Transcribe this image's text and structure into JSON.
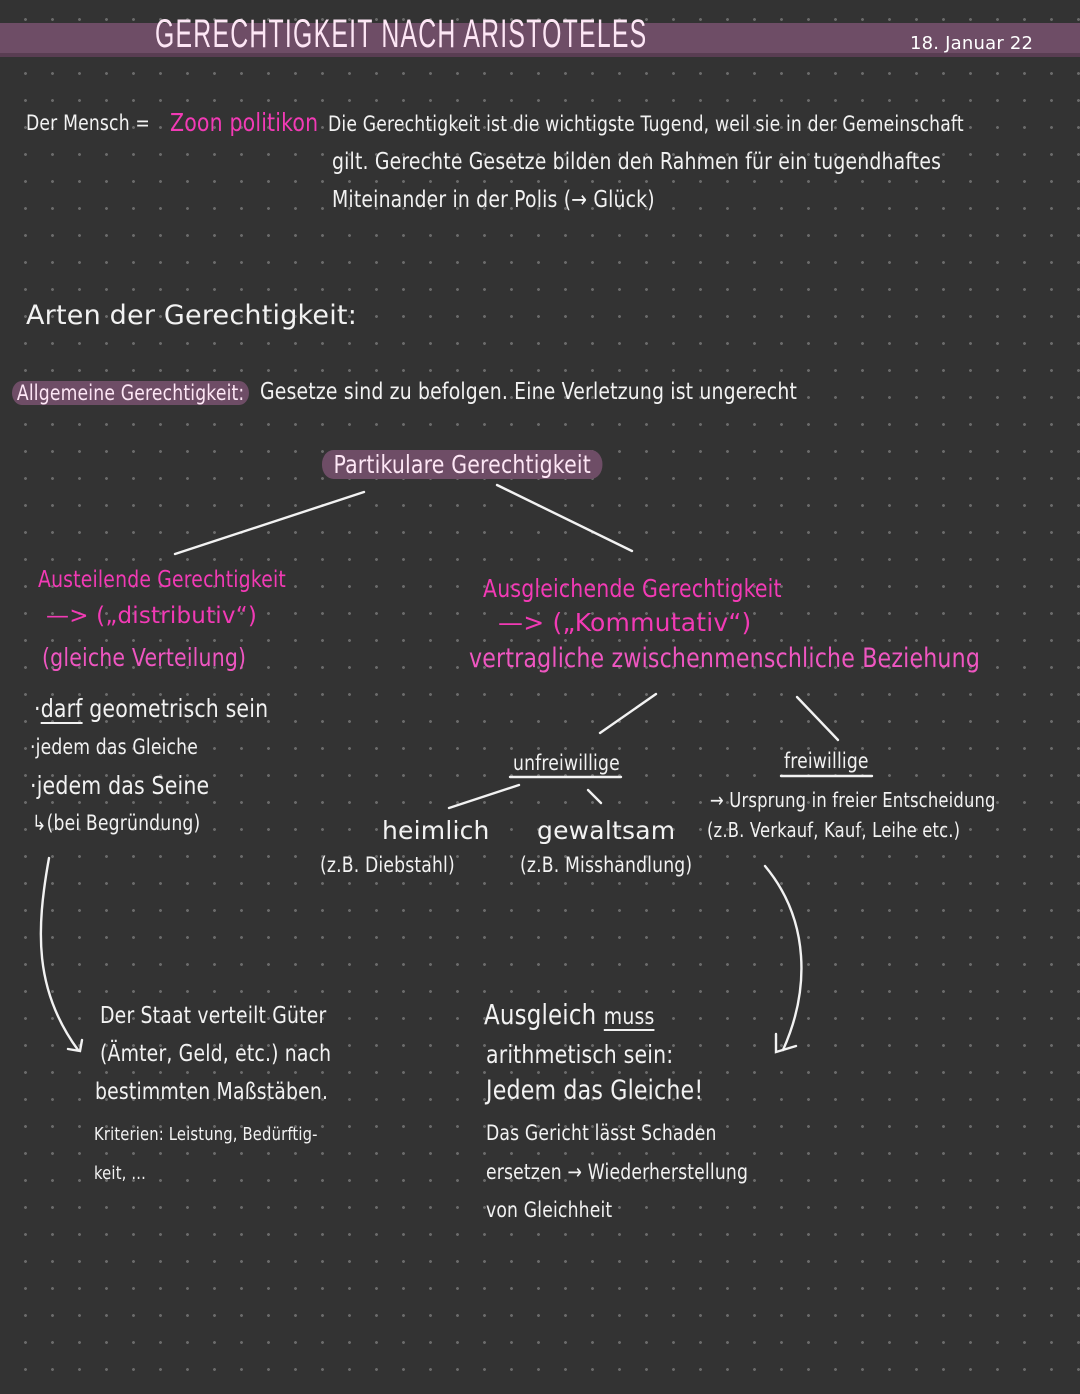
{
  "header": {
    "title": "GERECHTIGKEIT NACH ARISTOTELES",
    "date": "18. Januar 22",
    "band_color": "#6e4d66"
  },
  "intro": {
    "subject": "Der Mensch =",
    "term": "Zoon politikon",
    "line1": "Die Gerechtigkeit ist die wichtigste Tugend, weil sie in der Gemeinschaft",
    "line2": "gilt. Gerechte Gesetze bilden den Rahmen für ein tugendhaftes",
    "line3": "Miteinander in der Polis (→ Glück)"
  },
  "section": {
    "heading": "Arten der Gerechtigkeit:"
  },
  "allgemeine": {
    "label": "Allgemeine Gerechtigkeit:",
    "text": "Gesetze sind zu befolgen. Eine Verletzung ist ungerecht"
  },
  "partikulare": {
    "label": "Partikulare Gerechtigkeit"
  },
  "austeilende": {
    "title": "Austeilende Gerechtigkeit",
    "subtitle": "—> („distributiv“)",
    "meaning": "(gleiche Verteilung)",
    "bullets": [
      {
        "em": "darf",
        "rest": " geometrisch sein"
      },
      {
        "em": "",
        "rest": "jedem das Gleiche"
      },
      {
        "em": "",
        "rest": "jedem das Seine"
      }
    ],
    "note": "↳(bei Begründung)",
    "result": [
      "Der Staat verteilt Güter",
      "(Ämter, Geld, etc.) nach",
      "bestimmten Maßstäben.",
      "Kriterien: Leistung, Bedürftig-",
      "keit, ..."
    ]
  },
  "ausgleichende": {
    "title": "Ausgleichende Gerechtigkeit",
    "subtitle": "—> („Kommutativ“)",
    "meaning": "vertragliche zwischenmenschliche Beziehung",
    "unfreiwillige": {
      "label": "unfreiwillige",
      "items": [
        {
          "name": "heimlich",
          "example": "(z.B. Diebstahl)"
        },
        {
          "name": "gewaltsam",
          "example": "(z.B. Misshandlung)"
        }
      ]
    },
    "freiwillige": {
      "label": "freiwillige",
      "line1": "→ Ursprung in freier Entscheidung",
      "line2": "(z.B. Verkauf, Kauf, Leihe etc.)"
    },
    "result": {
      "line1_a": "Ausgleich ",
      "line1_b": "muss",
      "line2": "arithmetisch sein:",
      "line3": "Jedem das Gleiche!",
      "line4": "Das Gericht lässt Schaden",
      "line5": "ersetzen → Wiederherstellung",
      "line6": "von Gleichheit"
    }
  },
  "colors": {
    "background": "#333333",
    "accent_pink": "#f23ab5",
    "marker": "#6e4d66",
    "text": "#f2f2f2"
  }
}
